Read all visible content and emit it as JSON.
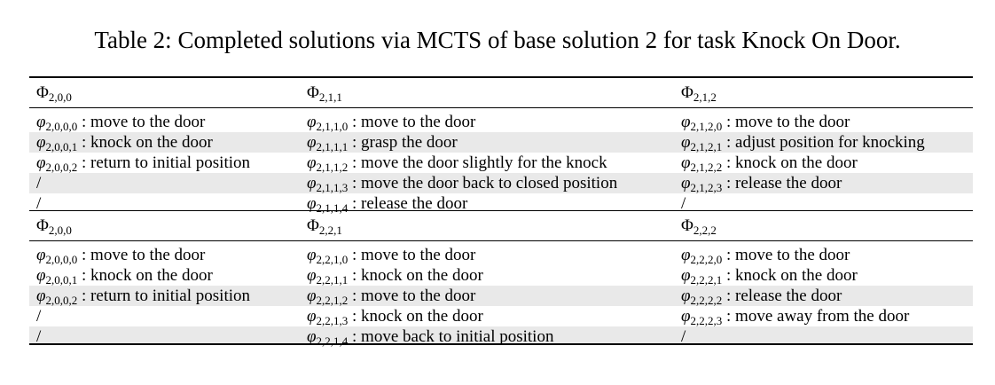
{
  "caption": "Table 2: Completed solutions via MCTS of base solution 2 for task Knock On Door.",
  "groups": [
    {
      "headers": [
        {
          "sym": "Φ",
          "sub": "2,0,0"
        },
        {
          "sym": "Φ",
          "sub": "2,1,1"
        },
        {
          "sym": "Φ",
          "sub": "2,1,2"
        }
      ],
      "columns": [
        [
          {
            "sym": "φ",
            "sub": "2,0,0,0",
            "text": " : move to the door"
          },
          {
            "sym": "φ",
            "sub": "2,0,0,1",
            "text": " : knock on the door"
          },
          {
            "sym": "φ",
            "sub": "2,0,0,2",
            "text": " : return to initial position"
          },
          {
            "sym": "",
            "sub": "",
            "text": "/"
          },
          {
            "sym": "",
            "sub": "",
            "text": "/"
          }
        ],
        [
          {
            "sym": "φ",
            "sub": "2,1,1,0",
            "text": " : move to the door"
          },
          {
            "sym": "φ",
            "sub": "2,1,1,1",
            "text": " : grasp the door"
          },
          {
            "sym": "φ",
            "sub": "2,1,1,2",
            "text": " : move the door slightly for the knock"
          },
          {
            "sym": "φ",
            "sub": "2,1,1,3",
            "text": " : move the door back to closed position"
          },
          {
            "sym": "φ",
            "sub": "2,1,1,4",
            "text": " : release the door"
          }
        ],
        [
          {
            "sym": "φ",
            "sub": "2,1,2,0",
            "text": " : move to the door"
          },
          {
            "sym": "φ",
            "sub": "2,1,2,1",
            "text": " : adjust position for knocking"
          },
          {
            "sym": "φ",
            "sub": "2,1,2,2",
            "text": " : knock on the door"
          },
          {
            "sym": "φ",
            "sub": "2,1,2,3",
            "text": " : release the door"
          },
          {
            "sym": "",
            "sub": "",
            "text": "/"
          }
        ]
      ]
    },
    {
      "headers": [
        {
          "sym": "Φ",
          "sub": "2,0,0"
        },
        {
          "sym": "Φ",
          "sub": "2,2,1"
        },
        {
          "sym": "Φ",
          "sub": "2,2,2"
        }
      ],
      "columns": [
        [
          {
            "sym": "φ",
            "sub": "2,0,0,0",
            "text": " : move to the door"
          },
          {
            "sym": "φ",
            "sub": "2,0,0,1",
            "text": " : knock on the door"
          },
          {
            "sym": "φ",
            "sub": "2,0,0,2",
            "text": " : return to initial position"
          },
          {
            "sym": "",
            "sub": "",
            "text": "/"
          },
          {
            "sym": "",
            "sub": "",
            "text": "/"
          }
        ],
        [
          {
            "sym": "φ",
            "sub": "2,2,1,0",
            "text": " : move to the door"
          },
          {
            "sym": "φ",
            "sub": "2,2,1,1",
            "text": " : knock on the door"
          },
          {
            "sym": "φ",
            "sub": "2,2,1,2",
            "text": " : move to the door"
          },
          {
            "sym": "φ",
            "sub": "2,2,1,3",
            "text": " : knock on the door"
          },
          {
            "sym": "φ",
            "sub": "2,2,1,4",
            "text": " : move back to initial position"
          }
        ],
        [
          {
            "sym": "φ",
            "sub": "2,2,2,0",
            "text": " : move to the door"
          },
          {
            "sym": "φ",
            "sub": "2,2,2,1",
            "text": " : knock on the door"
          },
          {
            "sym": "φ",
            "sub": "2,2,2,2",
            "text": " : release the door"
          },
          {
            "sym": "φ",
            "sub": "2,2,2,3",
            "text": " : move away from the door"
          },
          {
            "sym": "",
            "sub": "",
            "text": "/"
          }
        ]
      ]
    }
  ]
}
